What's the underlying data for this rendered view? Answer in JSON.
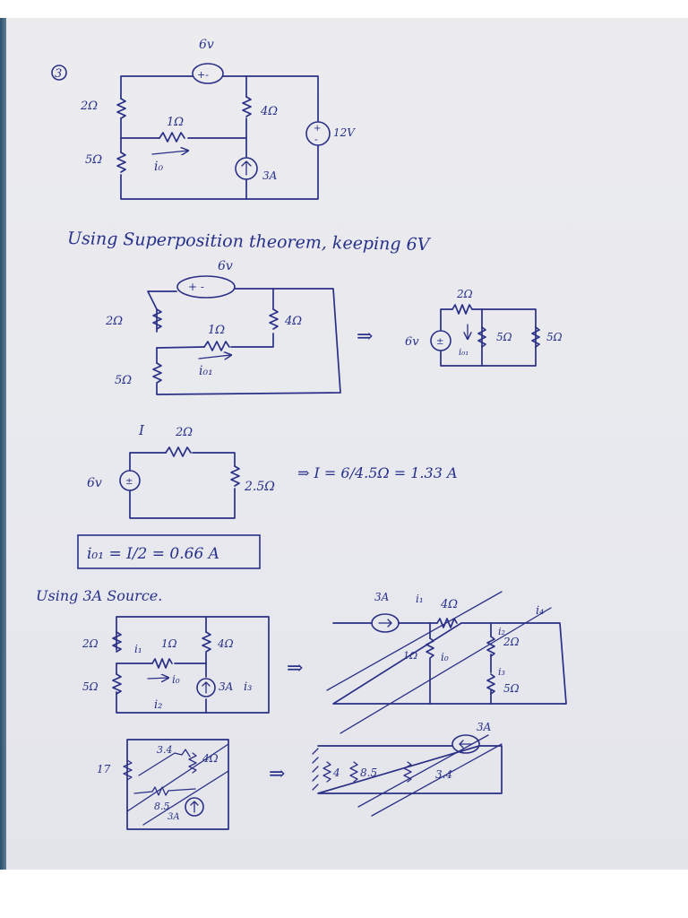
{
  "problem_number": "3",
  "circuit1": {
    "v_source": "6v",
    "v_source_polarity": "+-",
    "r_top_left": "2Ω",
    "r_mid": "1Ω",
    "r_right": "4Ω",
    "r_bottom_left": "5Ω",
    "v_source_right": "12V",
    "current_source": "3A",
    "current_label": "i₀"
  },
  "line_superposition": "Using Superposition theorem, keeping 6V",
  "circuit2": {
    "v_source": "6v",
    "polarity": "+ -",
    "r_left_top": "2Ω",
    "r_mid": "1Ω",
    "r_right": "4Ω",
    "r_left_bottom": "5Ω",
    "current_label": "i₀₁"
  },
  "circuit3": {
    "r_top": "2Ω",
    "v_source": "6v",
    "current_label": "i₀₁",
    "r_a": "5Ω",
    "r_b": "5Ω"
  },
  "equation": {
    "current_label": "I",
    "r_top": "2Ω",
    "v_source": "6v",
    "r_eq": "2.5Ω",
    "expression": "⇒ I = 6/4.5Ω = 1.33 A"
  },
  "boxed_result": "i₀₁ = I/2 = 0.66 A",
  "line_3a": "Using 3A Source.",
  "circuit4": {
    "r_tl": "2Ω",
    "loop1": "i₁",
    "r_mid": "1Ω",
    "r_right": "4Ω",
    "current_label": "i₀",
    "r_bl": "5Ω",
    "source": "3A",
    "loop3": "i₃",
    "loop2": "i₂"
  },
  "circuit5": {
    "source": "3A",
    "i1": "i₁",
    "r_top": "4Ω",
    "i4": "i₄",
    "r_left": "1Ω",
    "i0": "i₀",
    "i2": "i₂",
    "r_2": "2Ω",
    "i3": "i₃",
    "r_5": "5Ω"
  },
  "circuit6": {
    "label_17": "17",
    "r_34": "3.4",
    "r_4": "4Ω",
    "r_85": "8.5",
    "source": "3A"
  },
  "circuit7": {
    "source": "3A",
    "r_a": "4",
    "r_b": "8.5",
    "r_c": "3.4"
  },
  "arrows": {
    "implies": "⇒"
  }
}
